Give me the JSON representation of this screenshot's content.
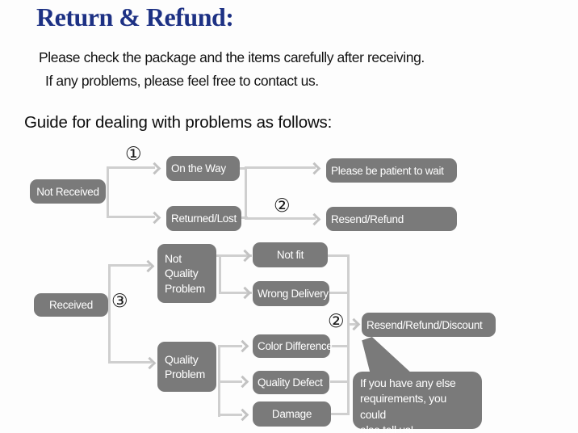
{
  "header": {
    "title": "Return & Refund:",
    "intro_line_1": "Please check the package and the items carefully after receiving.",
    "intro_line_2": "If any problems, please feel free to contact us.",
    "guide_heading": "Guide for dealing with problems as follows:"
  },
  "colors": {
    "title_navy": "#1d3184",
    "node_gray": "#7a7a7a",
    "connector_gray": "#cfcfcf"
  },
  "markers": {
    "step1": "①",
    "step2_top": "②",
    "step3": "③",
    "step2_bottom": "②"
  },
  "nodes": {
    "not_received": "Not Received",
    "on_the_way": "On the Way",
    "returned_lost": "Returned/Lost",
    "please_wait": "Please be patient to wait",
    "resend_refund": "Resend/Refund",
    "received": "Received",
    "not_quality_problem": "Not\nQuality\nProblem",
    "not_fit": "Not fit",
    "wrong_delivery": "Wrong Delivery",
    "quality_problem": "Quality\nProblem",
    "color_difference": "Color Difference",
    "quality_defect": "Quality Defect",
    "damage": "Damage",
    "resend_refund_discount": "Resend/Refund/Discount"
  },
  "bubble": {
    "text": "If you have any else\nrequirements, you could\nalso tell us!"
  }
}
